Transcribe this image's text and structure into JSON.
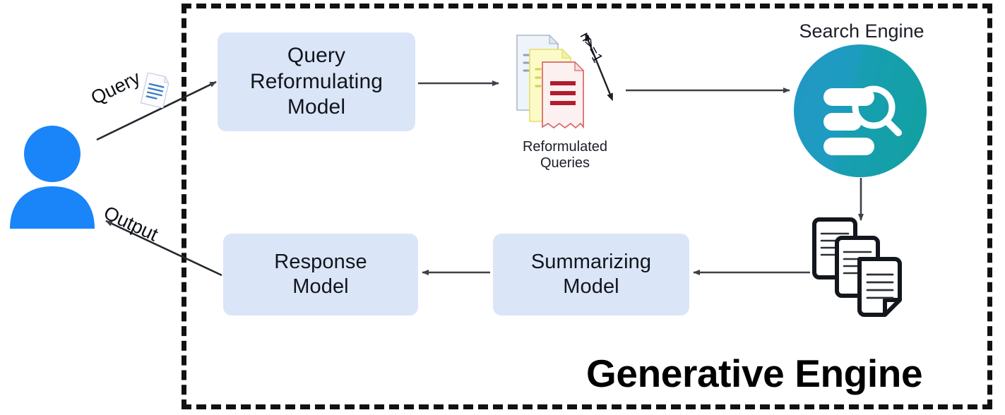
{
  "diagram": {
    "title": "Generative Engine",
    "boundary_style": "dashed",
    "accent_box_color": "#dbe5f8",
    "search_engine_color": "#1d9cbf",
    "user_icon_color": "#1a85f8",
    "arrow_color": "#3d4148"
  },
  "boxes": {
    "query_reformulating": "Query\nReformulating\nModel",
    "query_reformulating_lines": [
      "Query",
      "Reformulating",
      "Model"
    ],
    "summarizing": "Summarizing\nModel",
    "summarizing_lines": [
      "Summarizing",
      "Model"
    ],
    "response": "Response\nModel",
    "response_lines": [
      "Response",
      "Model"
    ]
  },
  "labels": {
    "search_engine": "Search Engine",
    "reformulated_queries": "Reformulated\nQueries",
    "reformulated_queries_lines": [
      "Reformulated",
      "Queries"
    ],
    "query": "Query",
    "output": "Output",
    "multiplicity": "n>=1",
    "engine": "Generative Engine"
  },
  "icons": {
    "user": "user-avatar-icon",
    "query_document": "document-icon",
    "reformulated_documents": "document-stack-icon",
    "search_engine": "search-engine-icon",
    "retrieved_documents": "document-stack-icon"
  },
  "flow": {
    "edges": [
      {
        "from": "user",
        "to": "query-reformulating-model",
        "label": "Query"
      },
      {
        "from": "query-reformulating-model",
        "to": "reformulated-queries",
        "label": ""
      },
      {
        "from": "reformulated-queries",
        "to": "search-engine",
        "label": ""
      },
      {
        "from": "search-engine",
        "to": "retrieved-documents",
        "label": ""
      },
      {
        "from": "retrieved-documents",
        "to": "summarizing-model",
        "label": ""
      },
      {
        "from": "summarizing-model",
        "to": "response-model",
        "label": ""
      },
      {
        "from": "response-model",
        "to": "user",
        "label": "Output"
      }
    ]
  }
}
